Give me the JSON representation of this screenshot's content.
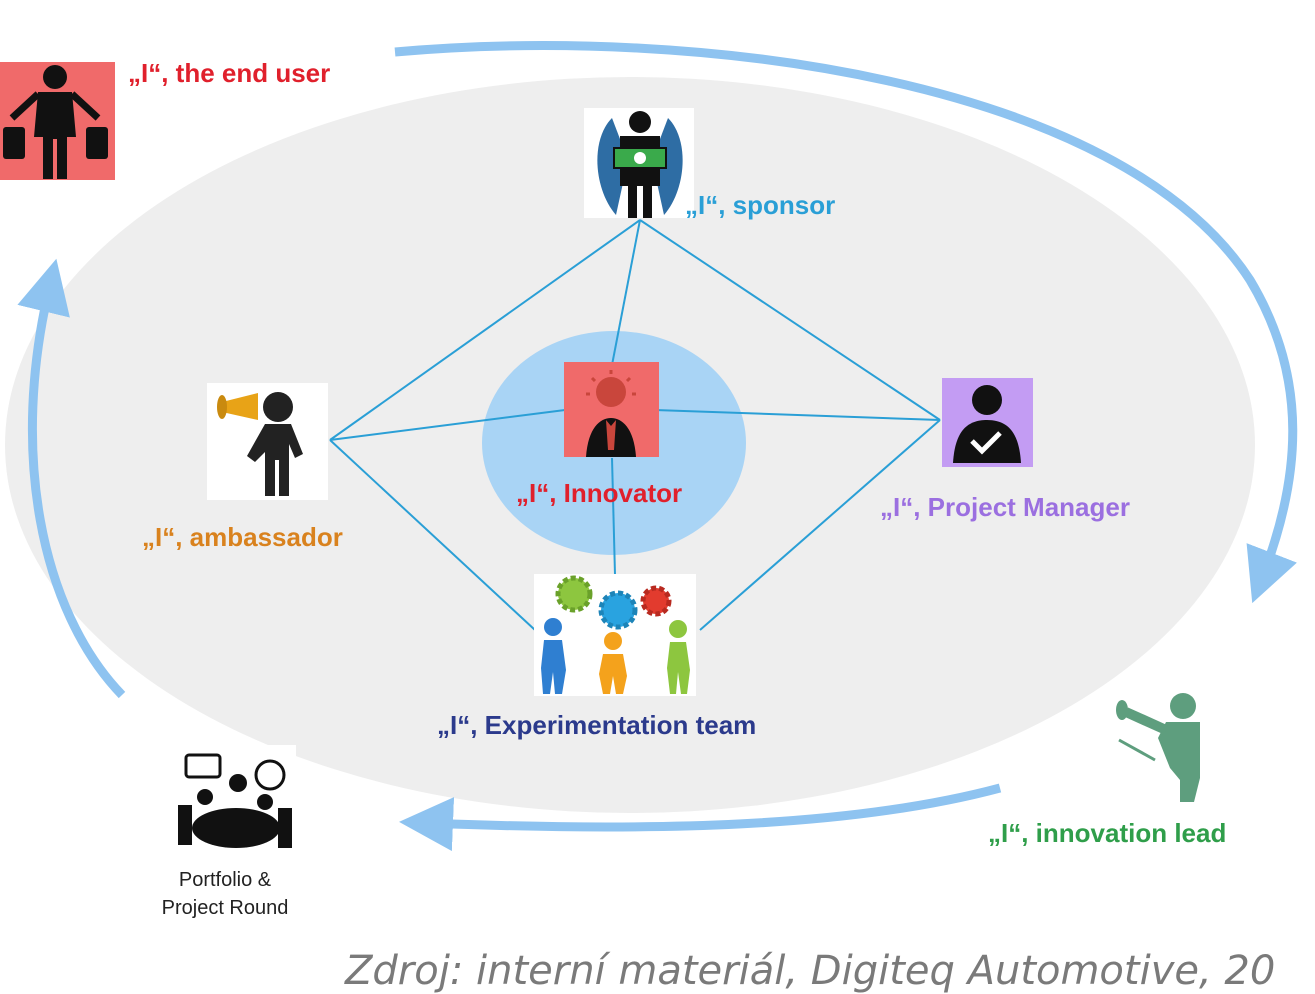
{
  "roles": {
    "end_user": "„I“, the end user",
    "sponsor": "„I“, sponsor",
    "innovator": "„I“, Innovator",
    "ambassador": "„I“, ambassador",
    "project_manager": "„I“, Project Manager",
    "experimentation_team": "„I“, Experimentation team",
    "innovation_lead": "„I“, innovation lead"
  },
  "portfolio": {
    "line1": "Portfolio &",
    "line2": "Project Round"
  },
  "source": "Zdroj: interní materiál, Digiteq Automotive, 20",
  "colors": {
    "end_user": "#e0202c",
    "sponsor": "#2a9fd6",
    "innovator": "#e0202c",
    "ambassador": "#d9821e",
    "project_manager": "#9b6fe0",
    "experimentation_team": "#2b3a8c",
    "innovation_lead": "#2f9e4a",
    "cycle_arrow": "#8ec3f0",
    "ellipse": "#eeeeee",
    "connector": "#2a9fd6"
  }
}
